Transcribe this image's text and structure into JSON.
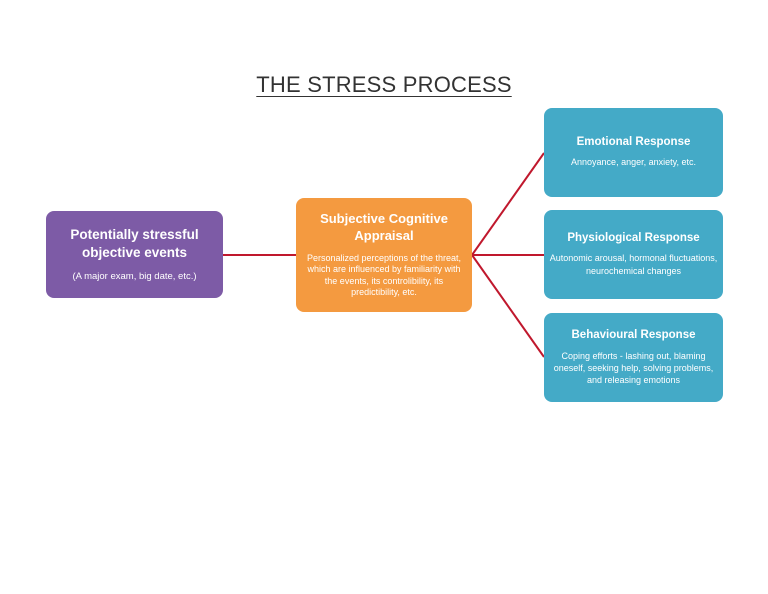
{
  "title": "THE STRESS PROCESS",
  "colors": {
    "events": "#7d5ba6",
    "appraisal": "#f49a40",
    "responses": "#44aac7",
    "connector": "#c0182d"
  },
  "events": {
    "head": "Potentially stressful objective events",
    "sub": "(A major exam, big date, etc.)"
  },
  "appraisal": {
    "head": "Subjective Cognitive Appraisal",
    "sub": "Personalized perceptions of the threat, which are influenced by familiarity with the events, its controlibility, its predictibility, etc."
  },
  "responses": [
    {
      "head": "Emotional Response",
      "sub": "Annoyance, anger, anxiety, etc."
    },
    {
      "head": "Physiological Response",
      "sub": "Autonomic arousal, hormonal fluctuations, neurochemical changes"
    },
    {
      "head": "Behavioural Response",
      "sub": "Coping efforts - lashing out, blaming oneself, seeking help, solving problems, and releasing emotions"
    }
  ]
}
